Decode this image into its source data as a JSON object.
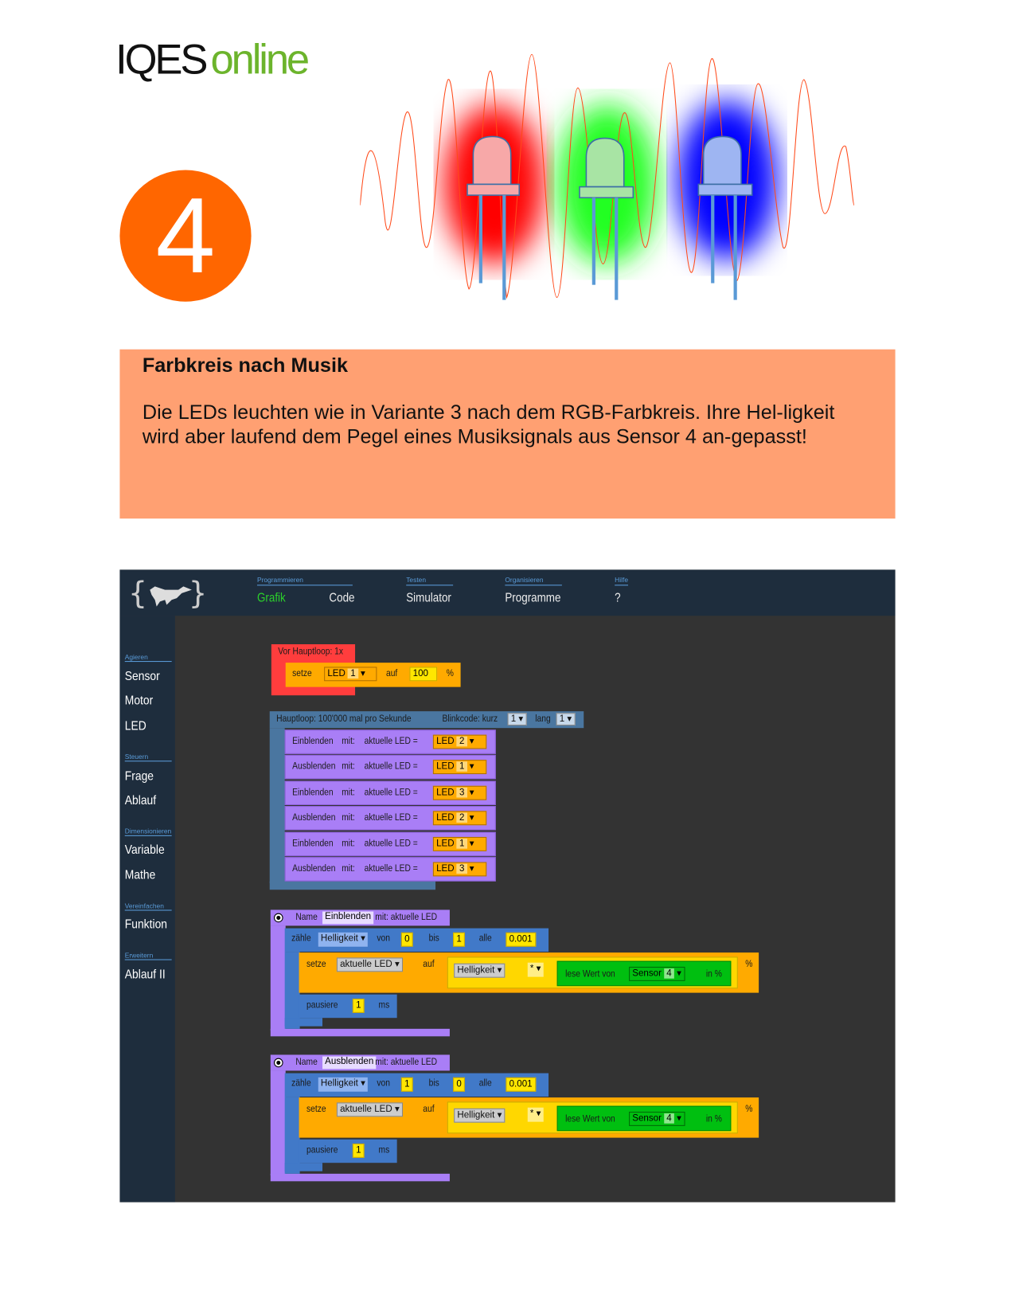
{
  "logo": {
    "part1": "IQES",
    "part2": "online"
  },
  "badge": "4",
  "task": {
    "title": "Farbkreis nach Musik",
    "text": "Die LEDs leuchten wie in Variante 3 nach dem RGB-Farbkreis. Ihre Hel-ligkeit wird aber laufend dem Pegel eines Musiksignals aus Sensor 4 an-gepasst!"
  },
  "colors": {
    "accent": "#ff6600",
    "task_bg": "#ffa072",
    "app_bg": "#1e2d3d",
    "active": "#2bd02b"
  },
  "header": {
    "groups": [
      {
        "label": "Programmieren",
        "items": [
          "Grafik",
          "Code"
        ]
      },
      {
        "label": "Testen",
        "items": [
          "Simulator"
        ]
      },
      {
        "label": "Organisieren",
        "items": [
          "Programme"
        ]
      },
      {
        "label": "Hilfe",
        "items": [
          "?"
        ]
      }
    ]
  },
  "sidebar": [
    {
      "label": "Agieren",
      "items": [
        "Sensor",
        "Motor",
        "LED"
      ]
    },
    {
      "label": "Steuern",
      "items": [
        "Frage",
        "Ablauf"
      ]
    },
    {
      "label": "Dimensionieren",
      "items": [
        "Variable",
        "Mathe"
      ]
    },
    {
      "label": "Vereinfachen",
      "items": [
        "Funktion"
      ]
    },
    {
      "label": "Erweitern",
      "items": [
        "Ablauf II"
      ]
    }
  ],
  "blocks": {
    "pre": {
      "title": "Vor Hauptloop: 1x",
      "setze": "setze",
      "led": "LED",
      "led_num": "1",
      "auf": "auf",
      "value": "100",
      "pct": "%"
    },
    "main": {
      "title": "Hauptloop: 100'000 mal pro Sekunde",
      "blink": "Blinkcode: kurz",
      "kurz": "1",
      "lang_label": "lang",
      "lang": "1",
      "rows": [
        {
          "fn": "Einblenden",
          "mit": "mit:",
          "var": "aktuelle LED =",
          "led": "LED",
          "n": "2"
        },
        {
          "fn": "Ausblenden",
          "mit": "mit:",
          "var": "aktuelle LED =",
          "led": "LED",
          "n": "1"
        },
        {
          "fn": "Einblenden",
          "mit": "mit:",
          "var": "aktuelle LED =",
          "led": "LED",
          "n": "3"
        },
        {
          "fn": "Ausblenden",
          "mit": "mit:",
          "var": "aktuelle LED =",
          "led": "LED",
          "n": "2"
        },
        {
          "fn": "Einblenden",
          "mit": "mit:",
          "var": "aktuelle LED =",
          "led": "LED",
          "n": "1"
        },
        {
          "fn": "Ausblenden",
          "mit": "mit:",
          "var": "aktuelle LED =",
          "led": "LED",
          "n": "3"
        }
      ]
    },
    "functions": [
      {
        "name_label": "Name",
        "name": "Einblenden",
        "param": "mit: aktuelle LED",
        "zaehle": "zähle",
        "var": "Helligkeit",
        "von": "von",
        "from": "0",
        "bis": "bis",
        "to": "1",
        "alle": "alle",
        "step": "0.001",
        "setze": "setze",
        "target": "aktuelle LED",
        "auf": "auf",
        "mul_var": "Helligkeit",
        "op": "*",
        "lese": "lese Wert von",
        "sensor": "Sensor",
        "sensor_num": "4",
        "inpct": "in %",
        "pct": "%",
        "pause": "pausiere",
        "ms_val": "1",
        "ms": "ms"
      },
      {
        "name_label": "Name",
        "name": "Ausblenden",
        "param": "mit: aktuelle LED",
        "zaehle": "zähle",
        "var": "Helligkeit",
        "von": "von",
        "from": "1",
        "bis": "bis",
        "to": "0",
        "alle": "alle",
        "step": "0.001",
        "setze": "setze",
        "target": "aktuelle LED",
        "auf": "auf",
        "mul_var": "Helligkeit",
        "op": "*",
        "lese": "lese Wert von",
        "sensor": "Sensor",
        "sensor_num": "4",
        "inpct": "in %",
        "pct": "%",
        "pause": "pausiere",
        "ms_val": "1",
        "ms": "ms"
      }
    ]
  }
}
